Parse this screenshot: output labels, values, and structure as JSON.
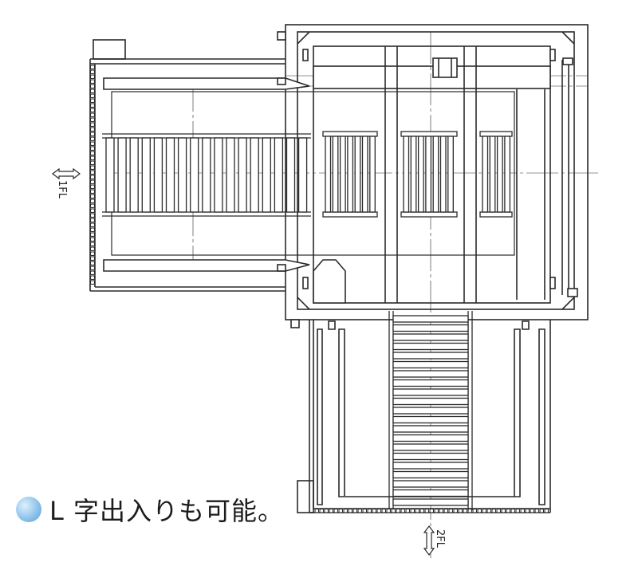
{
  "diagram": {
    "labels": {
      "floor1": "1FL",
      "floor2": "2FL"
    },
    "caption": "L 字出入りも可能。",
    "colors": {
      "line": "#2a2a2a",
      "fill": "#ffffff",
      "bullet": "#8fc4ea"
    }
  }
}
